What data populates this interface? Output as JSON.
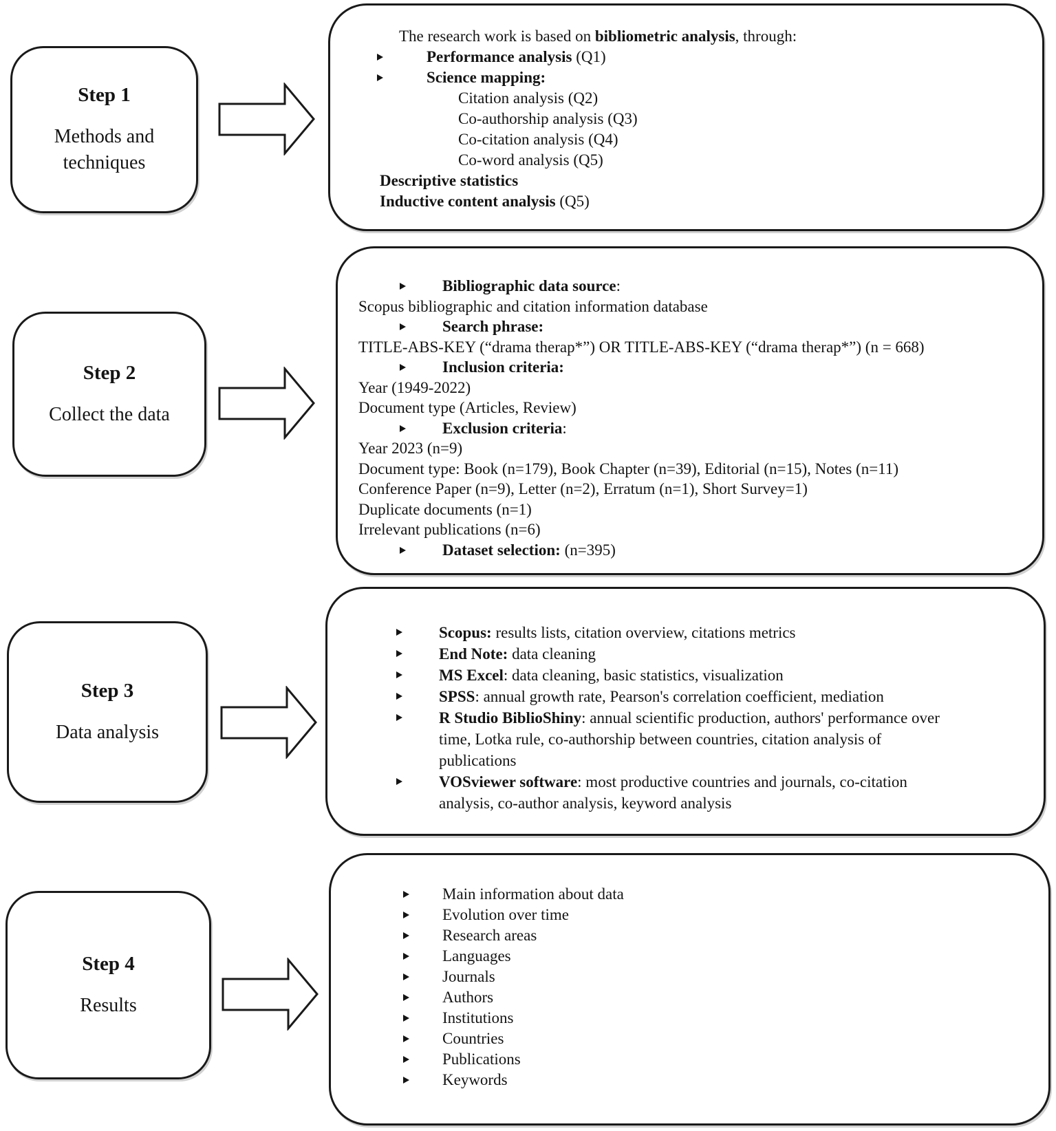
{
  "figure": {
    "bullet_icon": "triangle-right",
    "rows": [
      {
        "step": {
          "label": "Step 1",
          "title": "Methods and techniques"
        },
        "content": [
          {
            "type": "lead",
            "seg": [
              {
                "t": "The research work is based on "
              },
              {
                "t": "bibliometric analysis",
                "b": true
              },
              {
                "t": ", through:"
              }
            ]
          },
          {
            "type": "bullet",
            "seg": [
              {
                "t": "Performance analysis",
                "b": true
              },
              {
                "t": " (Q1)"
              }
            ]
          },
          {
            "type": "bullet",
            "seg": [
              {
                "t": "Science mapping:",
                "b": true
              }
            ]
          },
          {
            "type": "sub",
            "seg": [
              {
                "t": "Citation analysis (Q2)"
              }
            ]
          },
          {
            "type": "sub",
            "seg": [
              {
                "t": "Co-authorship analysis (Q3)"
              }
            ]
          },
          {
            "type": "sub",
            "seg": [
              {
                "t": "Co-citation analysis (Q4)"
              }
            ]
          },
          {
            "type": "sub",
            "seg": [
              {
                "t": "Co-word analysis (Q5)"
              }
            ]
          },
          {
            "type": "strong",
            "seg": [
              {
                "t": "Descriptive statistics",
                "b": true
              }
            ]
          },
          {
            "type": "strong",
            "seg": [
              {
                "t": "Inductive content analysis",
                "b": true
              },
              {
                "t": " (Q5)"
              }
            ]
          }
        ]
      },
      {
        "step": {
          "label": "Step 2",
          "title": "Collect the data"
        },
        "content": [
          {
            "type": "bullet",
            "seg": [
              {
                "t": "Bibliographic data source",
                "b": true
              },
              {
                "t": ":"
              }
            ]
          },
          {
            "type": "plain",
            "seg": [
              {
                "t": "Scopus bibliographic and citation information database"
              }
            ]
          },
          {
            "type": "bullet",
            "seg": [
              {
                "t": "Search phrase:",
                "b": true
              }
            ]
          },
          {
            "type": "plain",
            "seg": [
              {
                "t": "TITLE-ABS-KEY (“drama therap*”) OR TITLE-ABS-KEY (“drama therap*”) (n = 668)"
              }
            ]
          },
          {
            "type": "bullet",
            "seg": [
              {
                "t": "Inclusion criteria:",
                "b": true
              }
            ]
          },
          {
            "type": "plain",
            "seg": [
              {
                "t": "Year (1949-2022)"
              }
            ]
          },
          {
            "type": "plain",
            "seg": [
              {
                "t": "Document type (Articles, Review)"
              }
            ]
          },
          {
            "type": "bullet",
            "seg": [
              {
                "t": "Exclusion criteria",
                "b": true
              },
              {
                "t": ":"
              }
            ]
          },
          {
            "type": "plain",
            "seg": [
              {
                "t": "Year 2023 (n=9)"
              }
            ]
          },
          {
            "type": "plain",
            "seg": [
              {
                "t": "Document type: Book (n=179), Book Chapter (n=39), Editorial (n=15), Notes (n=11)"
              }
            ]
          },
          {
            "type": "plain",
            "seg": [
              {
                "t": "Conference Paper (n=9), Letter (n=2), Erratum (n=1), Short Survey=1)"
              }
            ]
          },
          {
            "type": "plain",
            "seg": [
              {
                "t": "Duplicate documents (n=1)"
              }
            ]
          },
          {
            "type": "plain",
            "seg": [
              {
                "t": "Irrelevant publications (n=6)"
              }
            ]
          },
          {
            "type": "bullet",
            "seg": [
              {
                "t": "Dataset selection:",
                "b": true
              },
              {
                "t": " (n=395)"
              }
            ]
          }
        ]
      },
      {
        "step": {
          "label": "Step 3",
          "title": "Data analysis"
        },
        "content": [
          {
            "type": "bullet",
            "seg": [
              {
                "t": "Scopus:",
                "b": true
              },
              {
                "t": " results lists, citation overview, citations metrics"
              }
            ]
          },
          {
            "type": "bullet",
            "seg": [
              {
                "t": "End Note:",
                "b": true
              },
              {
                "t": " data cleaning"
              }
            ]
          },
          {
            "type": "bullet",
            "seg": [
              {
                "t": "MS Excel",
                "b": true
              },
              {
                "t": ": data cleaning, basic statistics, visualization"
              }
            ]
          },
          {
            "type": "bullet",
            "seg": [
              {
                "t": "SPSS",
                "b": true
              },
              {
                "t": ": annual growth rate, Pearson's correlation coefficient, mediation"
              }
            ]
          },
          {
            "type": "bullet",
            "seg": [
              {
                "t": "R Studio BiblioShiny",
                "b": true
              },
              {
                "t": ": annual scientific production, authors' performance over\ntime, Lotka rule, co-authorship between countries, citation analysis of\npublications"
              }
            ]
          },
          {
            "type": "bullet",
            "seg": [
              {
                "t": "VOSviewer software",
                "b": true
              },
              {
                "t": ": most productive countries and journals, co-citation\nanalysis, co-author analysis, keyword analysis"
              }
            ]
          }
        ]
      },
      {
        "step": {
          "label": "Step 4",
          "title": "Results"
        },
        "content": [
          {
            "type": "bullet",
            "seg": [
              {
                "t": "Main information about data"
              }
            ]
          },
          {
            "type": "bullet",
            "seg": [
              {
                "t": "Evolution over time"
              }
            ]
          },
          {
            "type": "bullet",
            "seg": [
              {
                "t": "Research areas"
              }
            ]
          },
          {
            "type": "bullet",
            "seg": [
              {
                "t": "Languages"
              }
            ]
          },
          {
            "type": "bullet",
            "seg": [
              {
                "t": "Journals"
              }
            ]
          },
          {
            "type": "bullet",
            "seg": [
              {
                "t": "Authors"
              }
            ]
          },
          {
            "type": "bullet",
            "seg": [
              {
                "t": "Institutions"
              }
            ]
          },
          {
            "type": "bullet",
            "seg": [
              {
                "t": "Countries"
              }
            ]
          },
          {
            "type": "bullet",
            "seg": [
              {
                "t": "Publications"
              }
            ]
          },
          {
            "type": "bullet",
            "seg": [
              {
                "t": "Keywords"
              }
            ]
          }
        ]
      }
    ]
  }
}
